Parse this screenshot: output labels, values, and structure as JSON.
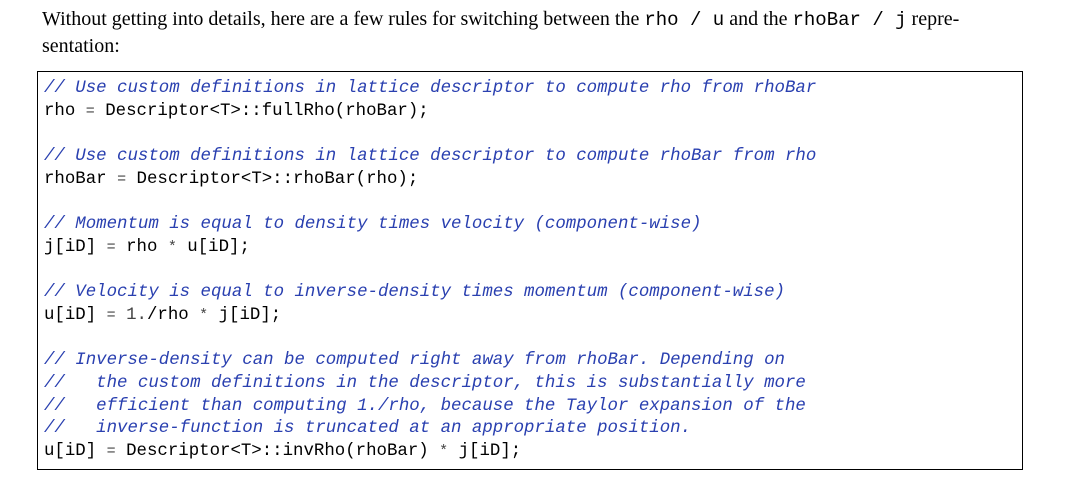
{
  "intro": {
    "part1": "Without getting into details, here are a few rules for switching between the ",
    "rho": "rho",
    "slash1": " / ",
    "u": "u",
    "part2": " and the ",
    "rhoBar": "rhoBar",
    "slash2": " / ",
    "j": "j",
    "part3": " repre-",
    "line2": "sentation:"
  },
  "code": {
    "b1_comment": "// Use custom definitions in lattice descriptor to compute rho from rhoBar",
    "b1_lhs": "rho",
    "b1_op": "=",
    "b1_rhs": "Descriptor<T>::fullRho(rhoBar);",
    "b2_comment": "// Use custom definitions in lattice descriptor to compute rhoBar from rho",
    "b2_lhs": "rhoBar",
    "b2_op": "=",
    "b2_rhs": "Descriptor<T>::rhoBar(rho);",
    "b3_comment": "// Momentum is equal to density times velocity (component-wise)",
    "b3_lhs": "j[iD]",
    "b3_op": "=",
    "b3_rhs_a": "rho",
    "b3_star": "*",
    "b3_rhs_b": "u[iD];",
    "b4_comment": "// Velocity is equal to inverse-density times momentum (component-wise)",
    "b4_lhs": "u[iD]",
    "b4_op": "=",
    "b4_num": "1.",
    "b4_rhs_a": "/rho",
    "b4_star": "*",
    "b4_rhs_b": "j[iD];",
    "b5_comment1": "// Inverse-density can be computed right away from rhoBar. Depending on",
    "b5_comment2": "//   the custom definitions in the descriptor, this is substantially more",
    "b5_comment3": "//   efficient than computing 1./rho, because the Taylor expansion of the",
    "b5_comment4": "//   inverse-function is truncated at an appropriate position.",
    "b5_lhs": "u[iD]",
    "b5_op": "=",
    "b5_rhs_a": "Descriptor<T>::invRho(rhoBar)",
    "b5_star": "*",
    "b5_rhs_b": "j[iD];"
  }
}
